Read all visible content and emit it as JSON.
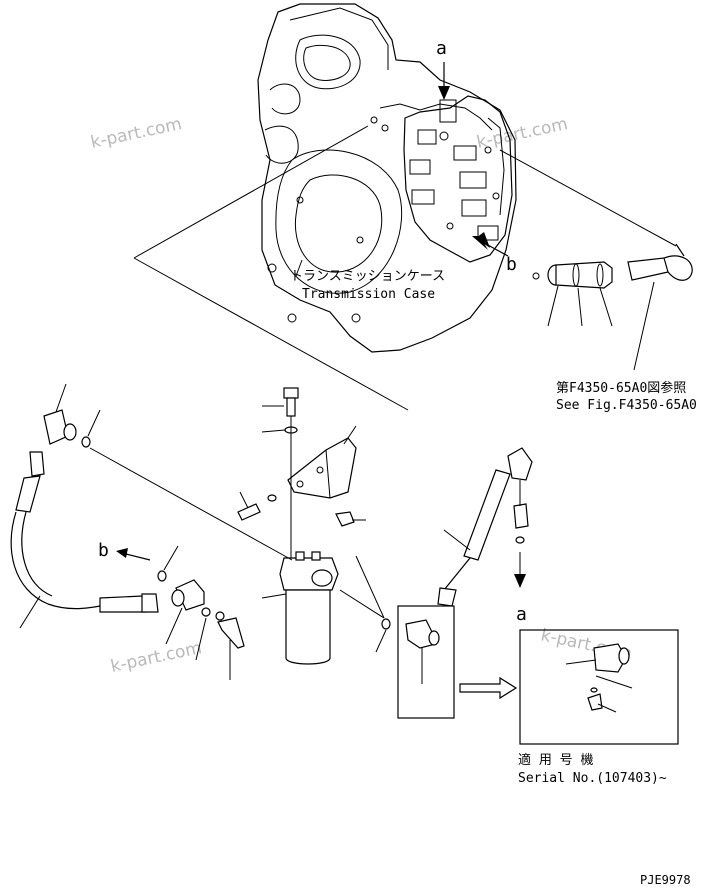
{
  "labels": {
    "callout_a_top": "a",
    "callout_b_top": "b",
    "callout_b_left": "b",
    "callout_a_detail": "a",
    "transmission_case_jp": "トランスミッションケース",
    "transmission_case_en": "Transmission Case",
    "see_fig_jp": "第F4350-65A0図参照",
    "see_fig_en": "See Fig.F4350-65A0",
    "serial_jp": "適 用 号 機",
    "serial_en": "Serial No.(107403)~",
    "drawing_code": "PJE9978"
  },
  "watermarks": [
    "k-part.com",
    "k-part.com",
    "k-part.com",
    "k-part.com"
  ],
  "icons": {
    "detail_arrow": "hollow-right-arrow-icon",
    "pointer_arrow": "filled-arrow-icon"
  }
}
